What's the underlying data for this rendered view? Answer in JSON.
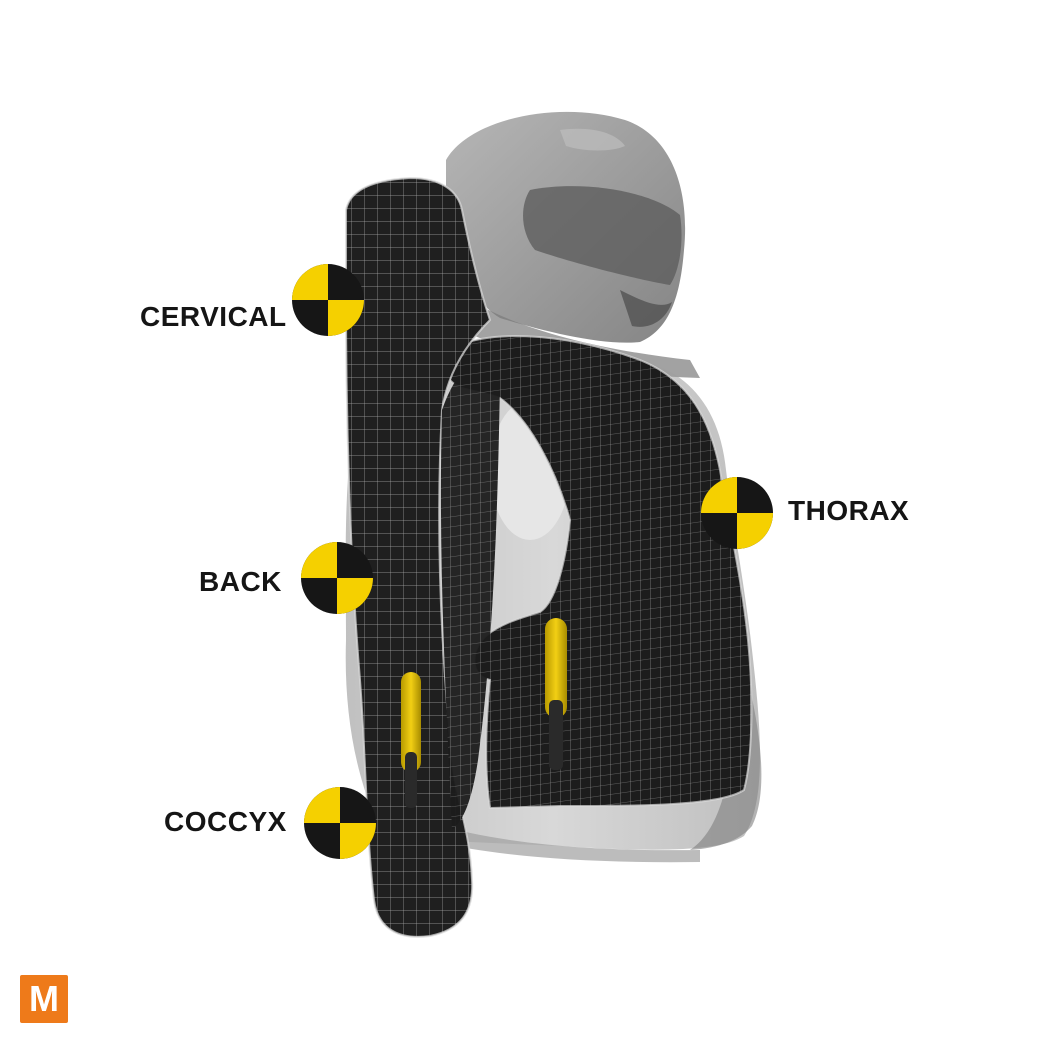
{
  "image": {
    "description_icon": "airbag-vest-cutaway",
    "colors": {
      "background": "#ffffff",
      "vest_mesh": "#1e1e1e",
      "shell": "#9a9a9a",
      "helmet": "#8c8c8c",
      "target_yellow": "#f5d000",
      "target_black": "#161616",
      "logo_bg": "#ee7a1a"
    }
  },
  "callouts": [
    {
      "id": "cervical",
      "label": "CERVICAL",
      "icon": "crash-test-target-icon"
    },
    {
      "id": "back",
      "label": "BACK",
      "icon": "crash-test-target-icon"
    },
    {
      "id": "coccyx",
      "label": "COCCYX",
      "icon": "crash-test-target-icon"
    },
    {
      "id": "thorax",
      "label": "THORAX",
      "icon": "crash-test-target-icon"
    }
  ],
  "logo": {
    "letter": "M"
  }
}
